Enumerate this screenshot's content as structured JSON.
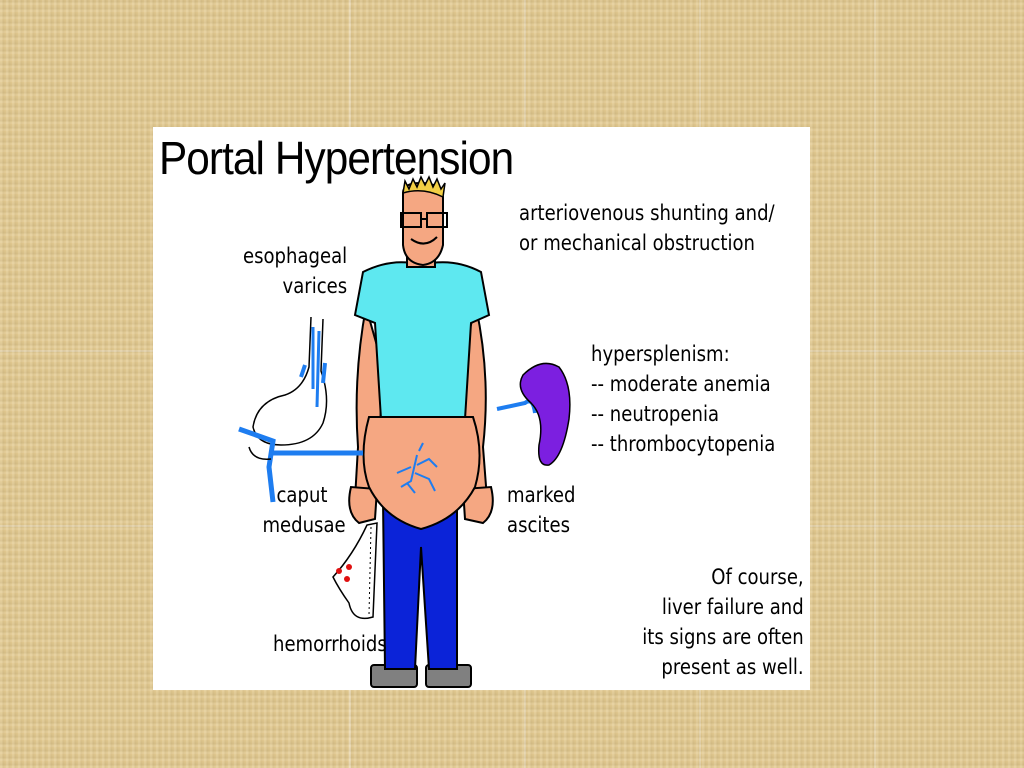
{
  "title": "Portal Hypertension",
  "labels": {
    "cause_line1": "arteriovenous shunting and/",
    "cause_line2": "or mechanical obstruction",
    "varices_line1": "esophageal",
    "varices_line2": "varices",
    "hypersplenism_head": "hypersplenism:",
    "hypersplenism_items": [
      "-- moderate anemia",
      "-- neutropenia",
      "-- thrombocytopenia"
    ],
    "caput_line1": "caput",
    "caput_line2": "medusae",
    "ascites_line1": "marked",
    "ascites_line2": "ascites",
    "hemorrhoids": "hemorrhoids",
    "note_lines": [
      "Of course,",
      "liver failure and",
      "its signs are often",
      "present as well."
    ]
  },
  "icons": [
    "man-figure-icon",
    "esophagus-stomach-icon",
    "spleen-icon",
    "hemorrhoids-icon",
    "caput-medusae-veins-icon"
  ],
  "colors": {
    "shirt": "#5ee8f0",
    "skin": "#f5a782",
    "pants": "#0b23d8",
    "spleen": "#7c1fe0",
    "vein": "#1e7df0",
    "hair": "#f2cf45"
  }
}
